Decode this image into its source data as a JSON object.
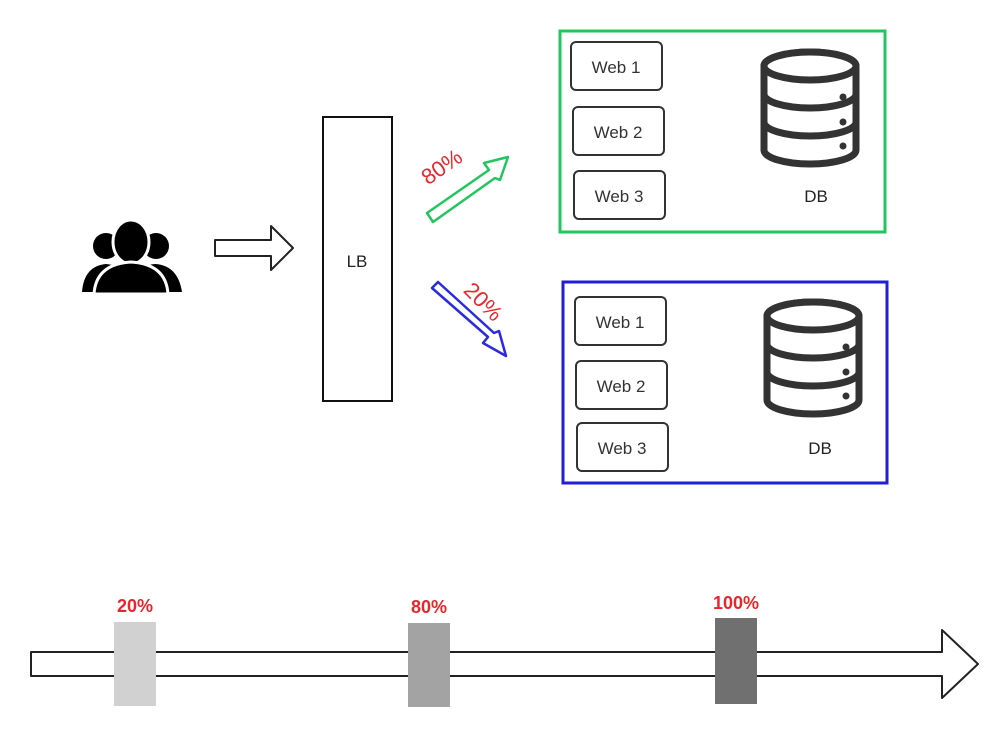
{
  "load_balancer": {
    "label": "LB"
  },
  "clusters": [
    {
      "id": "green",
      "border_color": "#22c55e",
      "web_servers": [
        "Web 1",
        "Web 2",
        "Web 3"
      ],
      "db_label": "DB",
      "traffic_label": "80%",
      "arrow_color": "#22c55e"
    },
    {
      "id": "blue",
      "border_color": "#1f1fd6",
      "web_servers": [
        "Web 1",
        "Web 2",
        "Web 3"
      ],
      "db_label": "DB",
      "traffic_label": "20%",
      "arrow_color": "#2a2ae0"
    }
  ],
  "percent_color": "#e8262b",
  "timeline": {
    "markers": [
      {
        "label": "20%",
        "fill": "#d1d1d1"
      },
      {
        "label": "80%",
        "fill": "#a3a3a3"
      },
      {
        "label": "100%",
        "fill": "#707070"
      }
    ]
  },
  "icons": {
    "users": "users-group-icon",
    "database": "database-icon"
  }
}
